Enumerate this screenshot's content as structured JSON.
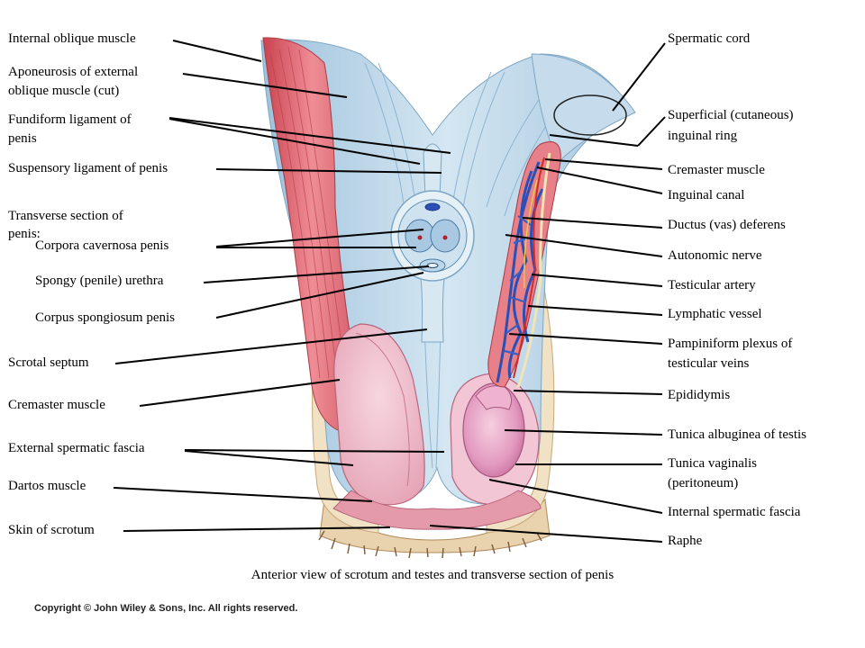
{
  "labels_left": [
    "Internal oblique muscle",
    "Aponeurosis of external",
    "oblique muscle (cut)",
    "Fundiform ligament of",
    "penis",
    "Suspensory ligament of penis",
    "Transverse section of",
    "penis:",
    "Corpora cavernosa penis",
    "Spongy (penile) urethra",
    "Corpus spongiosum penis",
    "Scrotal septum",
    "Cremaster muscle",
    "External spermatic fascia",
    "Dartos muscle",
    "Skin of scrotum"
  ],
  "labels_right": [
    "Spermatic cord",
    "Superficial (cutaneous)",
    "inguinal ring",
    "Cremaster muscle",
    "Inguinal canal",
    "Ductus (vas) deferens",
    "Autonomic nerve",
    "Testicular artery",
    "Lymphatic vessel",
    "Pampiniform plexus of",
    "testicular veins",
    "Epididymis",
    "Tunica albuginea of testis",
    "Tunica vaginalis",
    "(peritoneum)",
    "Internal spermatic fascia",
    "Raphe"
  ],
  "caption": "Anterior view of scrotum and testes and transverse section of penis",
  "copyright": "Copyright © John Wiley & Sons, Inc. All rights reserved.",
  "colors": {
    "fascia_blue": "#b7d3e6",
    "muscle_red": "#d9606a",
    "muscle_light": "#eea2a8",
    "testis_pink": "#e8a6c4",
    "vein_blue": "#2a4fb5",
    "artery_red": "#d22a2a",
    "skin_tan": "#e6c9a0",
    "hair_brown": "#7a5a3a"
  }
}
